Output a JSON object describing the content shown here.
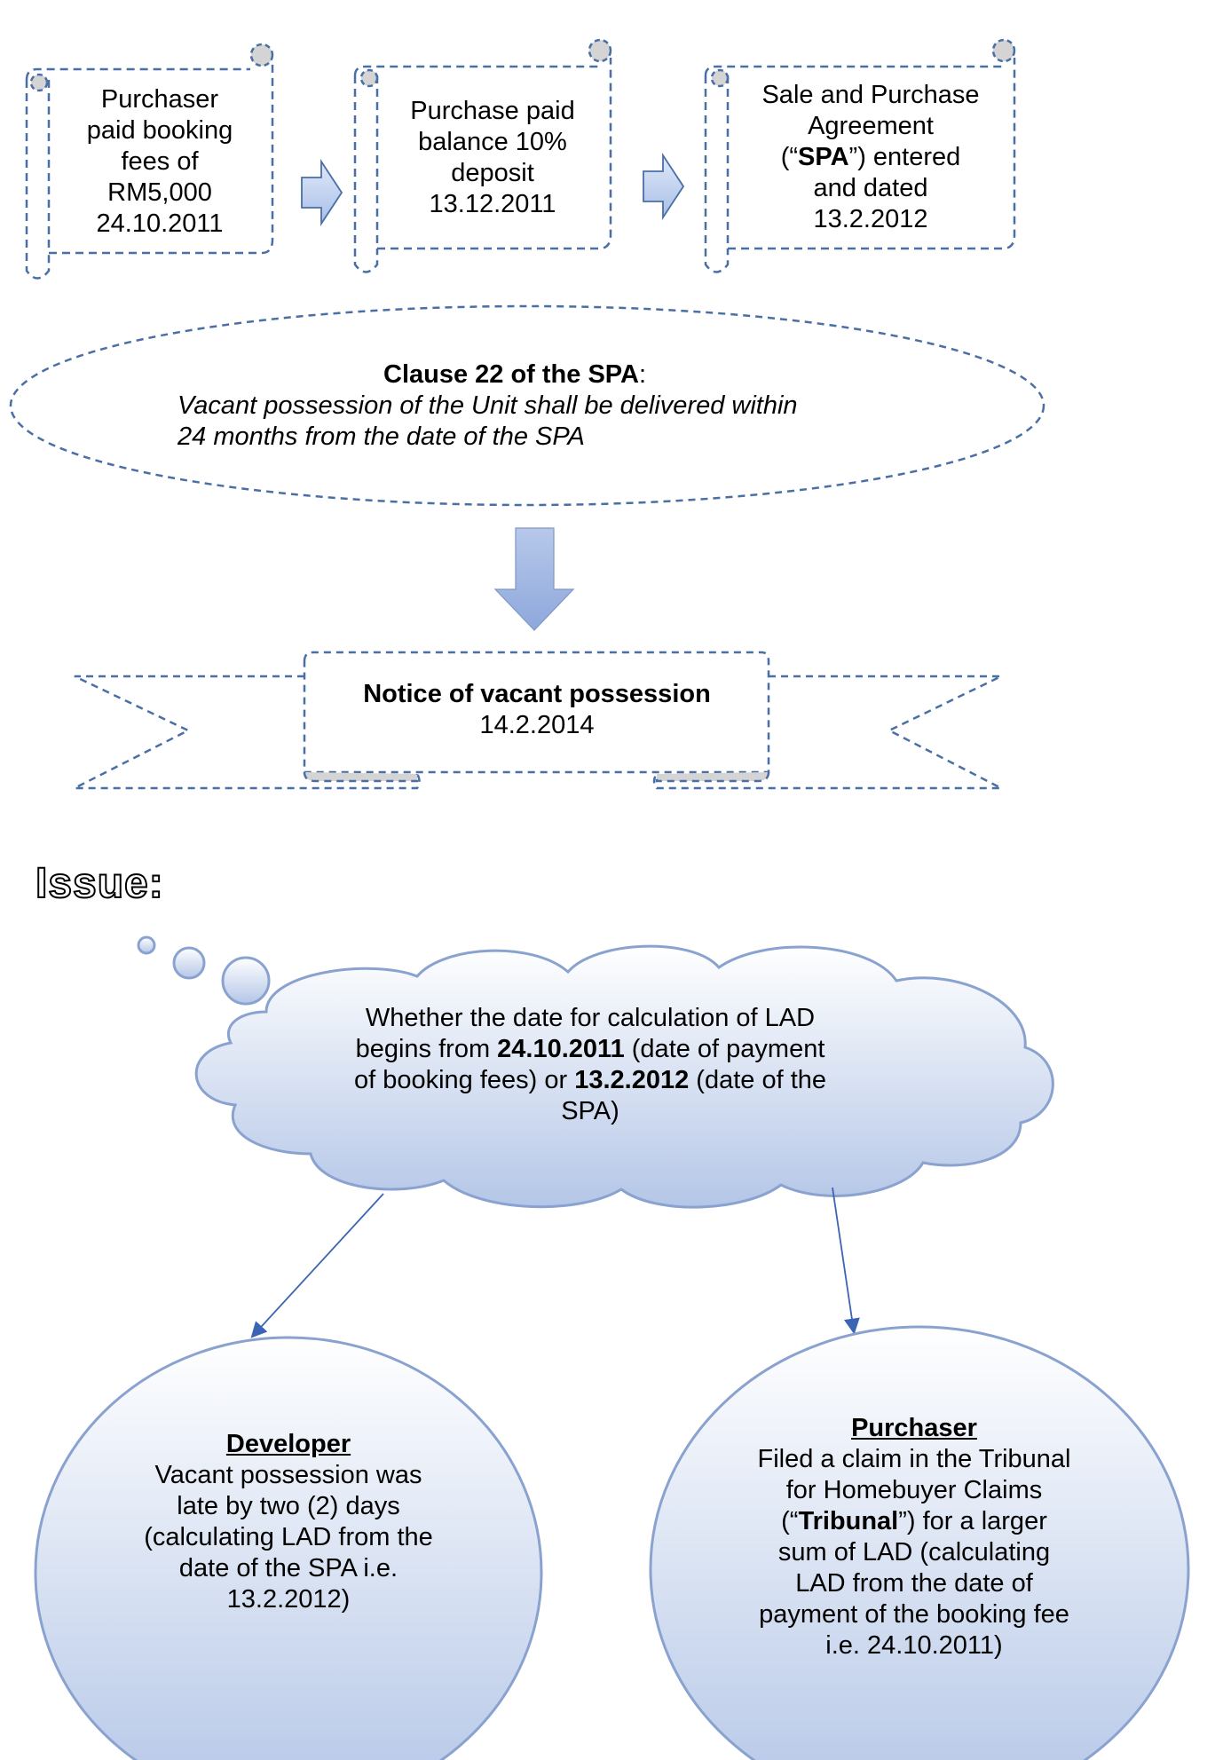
{
  "timeline": [
    {
      "lines": [
        "Purchaser",
        "paid booking",
        "fees of",
        "RM5,000",
        "24.10.2011"
      ]
    },
    {
      "lines": [
        "Purchase paid",
        "balance 10%",
        "deposit",
        "13.12.2011"
      ]
    },
    {
      "lines_pre": [
        "Sale and Purchase",
        "Agreement"
      ],
      "spa_open": "(“",
      "spa_bold": "SPA",
      "spa_close": "”) entered",
      "lines_post": [
        "and dated",
        "13.2.2012"
      ]
    }
  ],
  "clause": {
    "title_bold": "Clause 22 of the SPA",
    "title_suffix": ":",
    "body_line1": "Vacant possession of the Unit shall be delivered within",
    "body_line2": "24 months from the date of the SPA"
  },
  "notice": {
    "title": "Notice of vacant possession",
    "date": "14.2.2014"
  },
  "issue_heading": "Issue:",
  "issue": {
    "l1": "Whether the date for calculation of LAD",
    "l2_pre": "begins from ",
    "l2_bold": "24.10.2011",
    "l2_post": " (date of payment",
    "l3_pre": "of booking fees) or ",
    "l3_bold": "13.2.2012",
    "l3_post": " (date of the",
    "l4": "SPA)"
  },
  "developer": {
    "title": "Developer",
    "lines": [
      "Vacant possession was",
      "late by two (2) days",
      "(calculating LAD from the",
      "date of the SPA i.e.",
      "13.2.2012)"
    ]
  },
  "purchaser": {
    "title": "Purchaser",
    "l1": "Filed a claim in the Tribunal",
    "l2": "for Homebuyer Claims",
    "l3_open": "(“",
    "l3_bold": "Tribunal",
    "l3_close": "”) for a larger",
    "lines_post": [
      "sum of LAD (calculating",
      "LAD from the date of",
      "payment of the booking fee",
      "i.e. 24.10.2011)"
    ]
  },
  "colors": {
    "dash": "#4a6fa5",
    "arrow_fill": "#a8bde6",
    "gradient_top": "#ffffff",
    "gradient_bottom": "#b4c6e7",
    "shape_stroke": "#8aa2cf",
    "curl_fill": "#d4d4d4"
  }
}
